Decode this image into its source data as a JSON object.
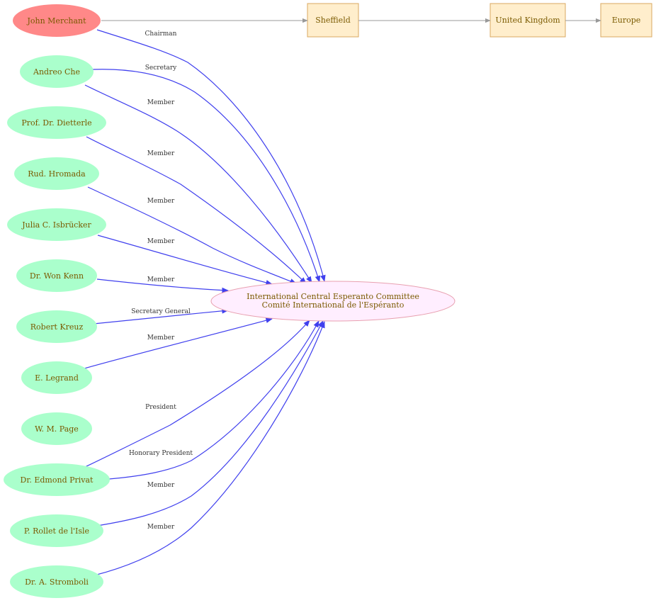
{
  "colors": {
    "person_fill": "#aaffcc",
    "chairman_fill": "#ff8888",
    "committee_fill": "#ffeeff",
    "committee_stroke": "#e8a0b0",
    "place_fill": "#ffeecc",
    "place_stroke": "#d8a860",
    "edge_role": "#4040ee",
    "edge_place": "#999999"
  },
  "committee": {
    "line1": "International Central Esperanto Committee",
    "line2": "Comité International de l'Espéranto"
  },
  "people": [
    {
      "name": "John Merchant",
      "role": "Chairman",
      "highlight": true
    },
    {
      "name": "Andreo Che",
      "role": "Secretary"
    },
    {
      "name": "Prof. Dr. Dietterle",
      "role": "Member"
    },
    {
      "name": "Rud. Hromada",
      "role": "Member"
    },
    {
      "name": "Julia C. Isbrücker",
      "role": "Member"
    },
    {
      "name": "Dr. Won Kenn",
      "role": "Member"
    },
    {
      "name": "Robert Kreuz",
      "role": "Secretary General"
    },
    {
      "name": "E. Legrand",
      "role": "Member"
    },
    {
      "name": "W. M. Page",
      "role": "Member"
    },
    {
      "name": "Dr. Edmond Privat",
      "role": "President"
    },
    {
      "name": "P. Rollet de l'Isle",
      "role": "Honorary President"
    },
    {
      "name": "Dr. A. Stromboli",
      "role": "Member"
    }
  ],
  "edge_label_order": [
    "Chairman",
    "Secretary",
    "Member",
    "Member",
    "Member",
    "Member",
    "Secretary General",
    "Member",
    "Member",
    "President",
    "Honorary President",
    "Member",
    "Member"
  ],
  "places": [
    {
      "name": "Sheffield"
    },
    {
      "name": "United Kingdom"
    },
    {
      "name": "Europe"
    }
  ]
}
